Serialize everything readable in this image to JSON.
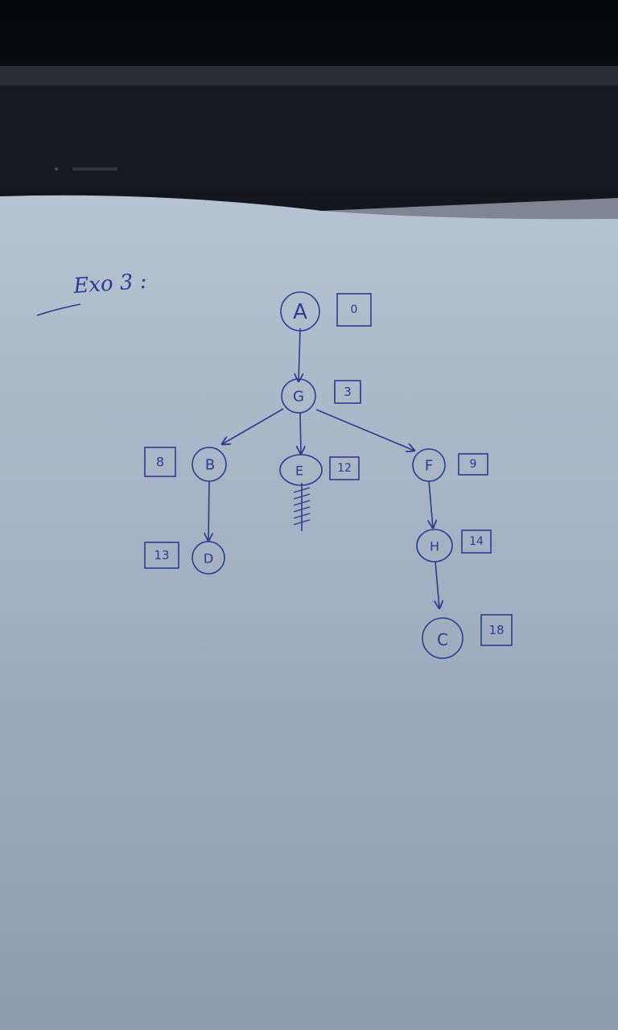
{
  "heading": "Exo 3 :",
  "nodes": [
    {
      "id": "node-a",
      "label": "A",
      "cost": "0"
    },
    {
      "id": "node-g",
      "label": "G",
      "cost": "3"
    },
    {
      "id": "node-b",
      "label": "B",
      "cost": "8"
    },
    {
      "id": "node-e",
      "label": "E",
      "cost": "12"
    },
    {
      "id": "node-f",
      "label": "F",
      "cost": "9"
    },
    {
      "id": "node-d",
      "label": "D",
      "cost": "13"
    },
    {
      "id": "node-h",
      "label": "H",
      "cost": "14"
    },
    {
      "id": "node-c",
      "label": "C",
      "cost": "18"
    }
  ],
  "edges": [
    {
      "from": "A",
      "to": "G"
    },
    {
      "from": "G",
      "to": "B"
    },
    {
      "from": "G",
      "to": "E"
    },
    {
      "from": "G",
      "to": "F"
    },
    {
      "from": "B",
      "to": "D"
    },
    {
      "from": "F",
      "to": "H"
    },
    {
      "from": "H",
      "to": "C"
    }
  ],
  "colors": {
    "ink": "#2b3d8f",
    "paper": "#aab8c8",
    "monitor": "#0d0f14"
  }
}
